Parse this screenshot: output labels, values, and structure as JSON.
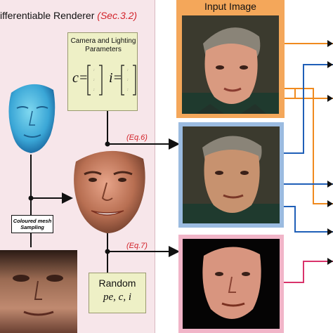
{
  "renderer": {
    "title": "ifferentiable Renderer",
    "section": "(Sec.3.2)"
  },
  "camera_box": {
    "title": "Camera and Lighting Parameters",
    "formula": "c= [ ]   i= [ ]"
  },
  "mesh_sampling_label": "Coloured mesh Sampling",
  "random_box": {
    "title": "Random",
    "vars": "pe, c, i"
  },
  "equations": {
    "eq6": "(Eq.6)",
    "eq7": "(Eq.7)"
  },
  "input_image": {
    "title": "Input Image"
  },
  "colors": {
    "orange": "#f08a1e",
    "blue": "#1f5fb8",
    "pink": "#d9336b",
    "red_text": "#d2232a",
    "panel_bg": "#f7e6ea",
    "param_box": "#eef0c6"
  }
}
